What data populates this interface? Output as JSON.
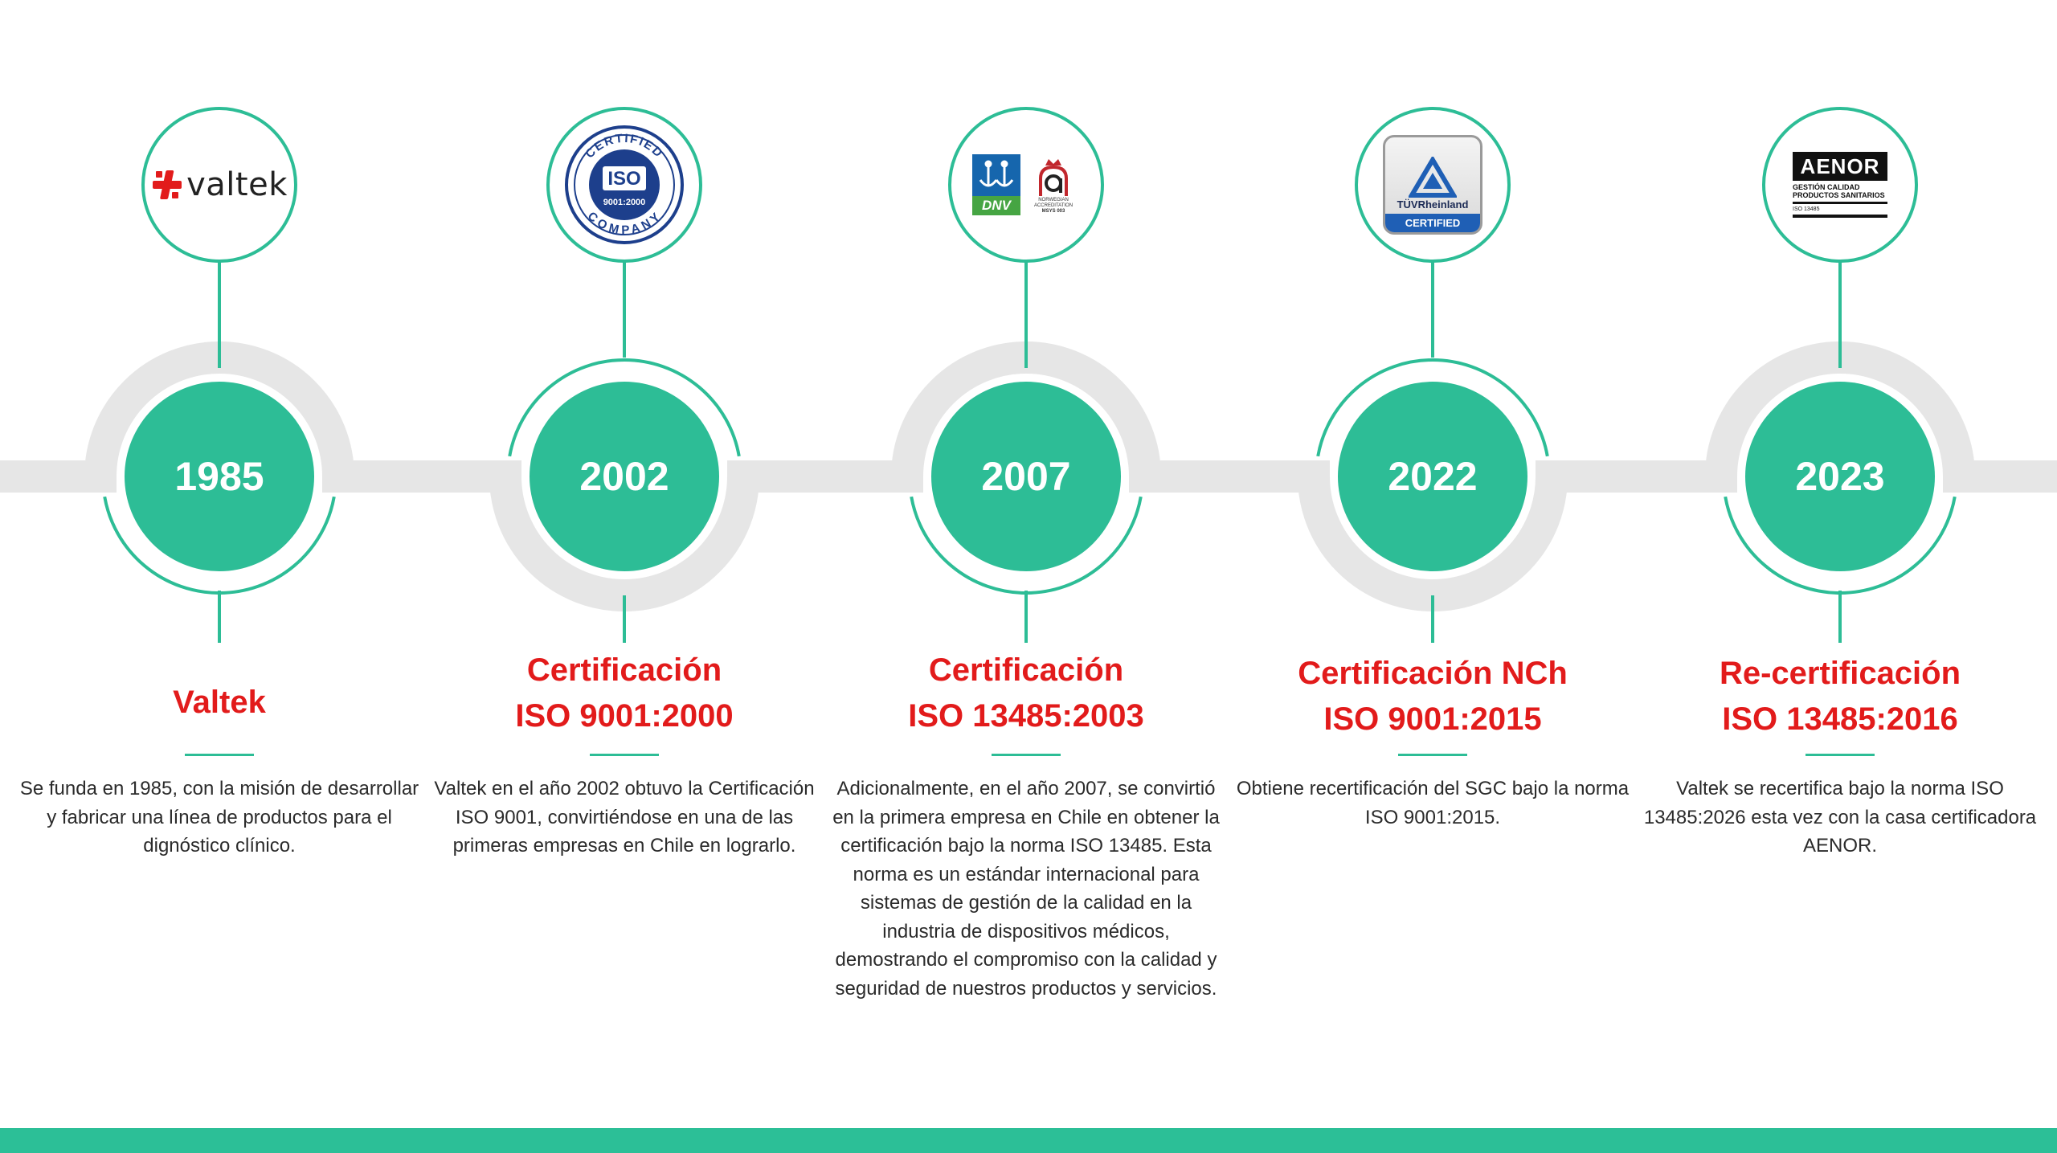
{
  "colors": {
    "accent_green": "#2dbd96",
    "title_red": "#e21b1b",
    "track_gray": "#e6e6e6",
    "text_dark": "#2b2b2b",
    "band_green": "#2cbf97"
  },
  "milestones": [
    {
      "year": "1985",
      "title_lines": [
        "Valtek"
      ],
      "description": "Se funda en 1985, con la misión de desarrollar y fabricar una línea de productos para el dignóstico clínico.",
      "logo": {
        "icon": "valtek-logo",
        "text": "valtek"
      }
    },
    {
      "year": "2002",
      "title_lines": [
        "Certificación",
        "ISO 9001:2000"
      ],
      "description": "Valtek en el año 2002 obtuvo la Certificación ISO 9001, convirtiéndose en una de las primeras empresas en Chile en lograrlo.",
      "logo": {
        "icon": "iso-certified-company-seal",
        "text_top": "CERTIFIED",
        "text_main": "ISO",
        "text_code": "9001:2000",
        "text_bottom": "COMPANY"
      }
    },
    {
      "year": "2007",
      "title_lines": [
        "Certificación",
        "ISO 13485:2003"
      ],
      "description": "Adicionalmente, en el año 2007, se convirtió en la primera empresa en Chile en obtener la certificación bajo la norma ISO 13485. Esta norma es un estándar internacional para sistemas de gestión de la calidad en la industria de dispositivos médicos, demostrando el compromiso con la calidad y seguridad de nuestros productos y servicios.",
      "logo": {
        "icon": "dnv-norwegian-accreditation-logo",
        "text_dnv": "DNV",
        "text_na": "NORWEGIAN ACCREDITATION",
        "text_code": "MSYS 003"
      }
    },
    {
      "year": "2022",
      "title_lines": [
        "Certificación NCh",
        "ISO 9001:2015"
      ],
      "description": "Obtiene recertificación del SGC bajo la norma ISO 9001:2015.",
      "logo": {
        "icon": "tuv-rheinland-certified-logo",
        "text_name": "TÜVRheinland",
        "text_cert": "CERTIFIED"
      }
    },
    {
      "year": "2023",
      "title_lines": [
        "Re-certificación",
        "ISO 13485:2016"
      ],
      "description": "Valtek se recertifica bajo la norma ISO 13485:2026 esta vez con la casa certificadora AENOR.",
      "logo": {
        "icon": "aenor-logo",
        "text_brand": "AENOR",
        "text_sub": "GESTIÓN CALIDAD PRODUCTOS SANITARIOS",
        "text_code": "ISO 13485"
      }
    }
  ]
}
